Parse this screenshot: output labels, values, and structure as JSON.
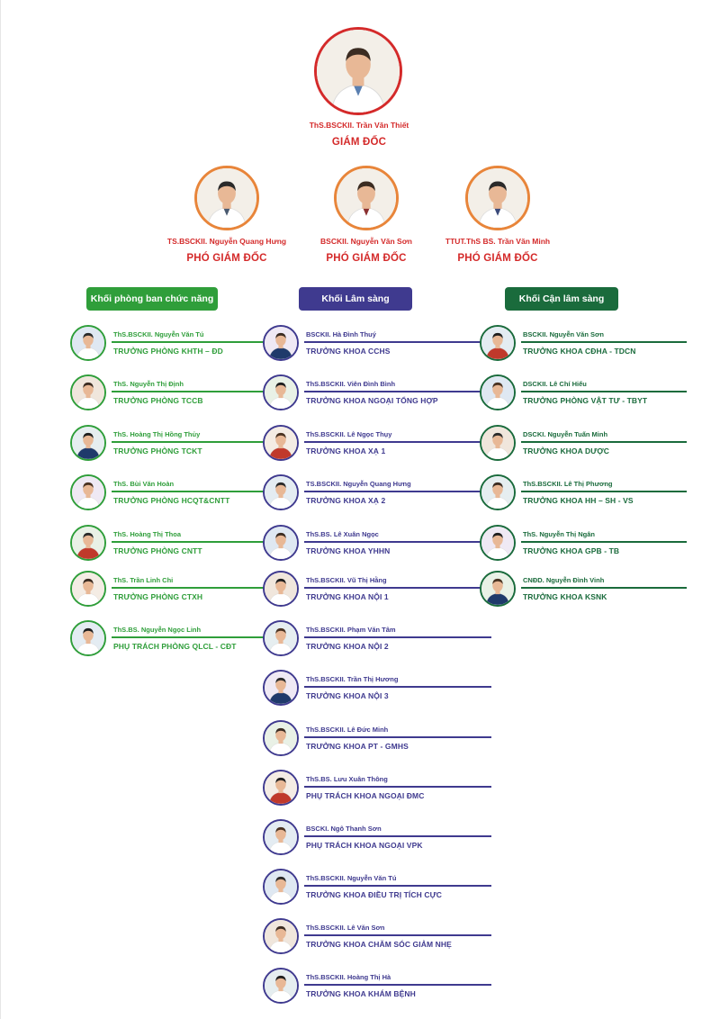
{
  "colors": {
    "red": "#d42a2a",
    "orange": "#e8853a",
    "green": "#2f9e3a",
    "purple": "#3f3a8f",
    "dark_green": "#1a6b3c"
  },
  "director": {
    "name": "ThS.BSCKII. Trần Văn Thiết",
    "title": "GIÁM ĐỐC"
  },
  "deputies": [
    {
      "name": "TS.BSCKII. Nguyễn Quang Hưng",
      "title": "PHÓ GIÁM ĐỐC"
    },
    {
      "name": "BSCKII. Nguyễn Văn Sơn",
      "title": "PHÓ GIÁM ĐỐC"
    },
    {
      "name": "TTUT.ThS BS. Trần Văn Minh",
      "title": "PHÓ GIÁM ĐỐC"
    }
  ],
  "blocs": [
    {
      "header": "Khối phòng ban chức năng",
      "members": [
        {
          "name": "ThS.BSCKII. Nguyễn Văn Tú",
          "role": "TRƯỞNG PHÒNG KHTH – ĐD"
        },
        {
          "name": "ThS. Nguyễn Thị Định",
          "role": "TRƯỞNG PHÒNG TCCB"
        },
        {
          "name": "ThS. Hoàng Thị Hồng Thủy",
          "role": "TRƯỞNG PHÒNG TCKT"
        },
        {
          "name": "ThS. Bùi Văn Hoàn",
          "role": "TRƯỞNG PHÒNG HCQT&CNTT"
        },
        {
          "name": "ThS. Hoàng Thị Thoa",
          "role": "TRƯỞNG PHÒNG CNTT"
        },
        {
          "name": "ThS. Trần Linh Chi",
          "role": "TRƯỞNG PHÒNG CTXH"
        },
        {
          "name": "ThS.BS. Nguyễn Ngọc Linh",
          "role": "PHỤ TRÁCH PHÒNG QLCL - CĐT"
        }
      ]
    },
    {
      "header": "Khối Lâm sàng",
      "members": [
        {
          "name": "BSCKII. Hà Đình Thuý",
          "role": "TRƯỞNG KHOA CCHS"
        },
        {
          "name": "ThS.BSCKII. Viên Đình Bình",
          "role": "TRƯỞNG KHOA NGOẠI TỔNG HỢP"
        },
        {
          "name": "ThS.BSCKII. Lê Ngọc Thụy",
          "role": "TRƯỞNG KHOA XẠ 1"
        },
        {
          "name": "TS.BSCKII. Nguyễn Quang Hưng",
          "role": "TRƯỞNG KHOA XẠ 2"
        },
        {
          "name": "ThS.BS. Lê Xuân Ngọc",
          "role": "TRƯỞNG KHOA YHHN"
        },
        {
          "name": "ThS.BSCKII. Vũ Thị Hằng",
          "role": "TRƯỞNG KHOA NỘI 1"
        },
        {
          "name": "ThS.BSCKII. Phạm Văn Tâm",
          "role": "TRƯỞNG KHOA NỘI 2"
        },
        {
          "name": "ThS.BSCKII. Trần Thị Hương",
          "role": "TRƯỞNG KHOA NỘI 3"
        },
        {
          "name": "ThS.BSCKII. Lê Đức Minh",
          "role": "TRƯỞNG KHOA PT - GMHS"
        },
        {
          "name": "ThS.BS. Lưu Xuân Thông",
          "role": "PHỤ TRÁCH KHOA NGOẠI ĐMC"
        },
        {
          "name": "BSCKI. Ngô Thanh Sơn",
          "role": "PHỤ TRÁCH KHOA NGOẠI VPK"
        },
        {
          "name": "ThS.BSCKII. Nguyễn Văn Tú",
          "role": "TRƯỞNG KHOA ĐIỀU TRỊ TÍCH CỰC"
        },
        {
          "name": "ThS.BSCKII. Lê Văn Sơn",
          "role": "TRƯỞNG KHOA CHĂM SÓC GIẢM NHẸ"
        },
        {
          "name": "ThS.BSCKII. Hoàng Thị Hà",
          "role": "TRƯỞNG KHOA KHÁM BỆNH"
        }
      ]
    },
    {
      "header": "Khối Cận lâm sàng",
      "members": [
        {
          "name": "BSCKII. Nguyễn Văn Sơn",
          "role": "TRƯỞNG KHOA CĐHA - TDCN"
        },
        {
          "name": "DSCKII. Lê Chí Hiếu",
          "role": "TRƯỞNG PHÒNG VẬT TƯ - TBYT"
        },
        {
          "name": "DSCKI. Nguyễn Tuấn Minh",
          "role": "TRƯỞNG KHOA DƯỢC"
        },
        {
          "name": "ThS.BSCKII. Lê Thị Phương",
          "role": "TRƯỞNG KHOA HH – SH - VS"
        },
        {
          "name": "ThS. Nguyễn Thị Ngân",
          "role": "TRƯỞNG KHOA GPB - TB"
        },
        {
          "name": "CNĐD. Nguyễn Đình Vinh",
          "role": "TRƯỞNG KHOA KSNK"
        }
      ]
    }
  ]
}
